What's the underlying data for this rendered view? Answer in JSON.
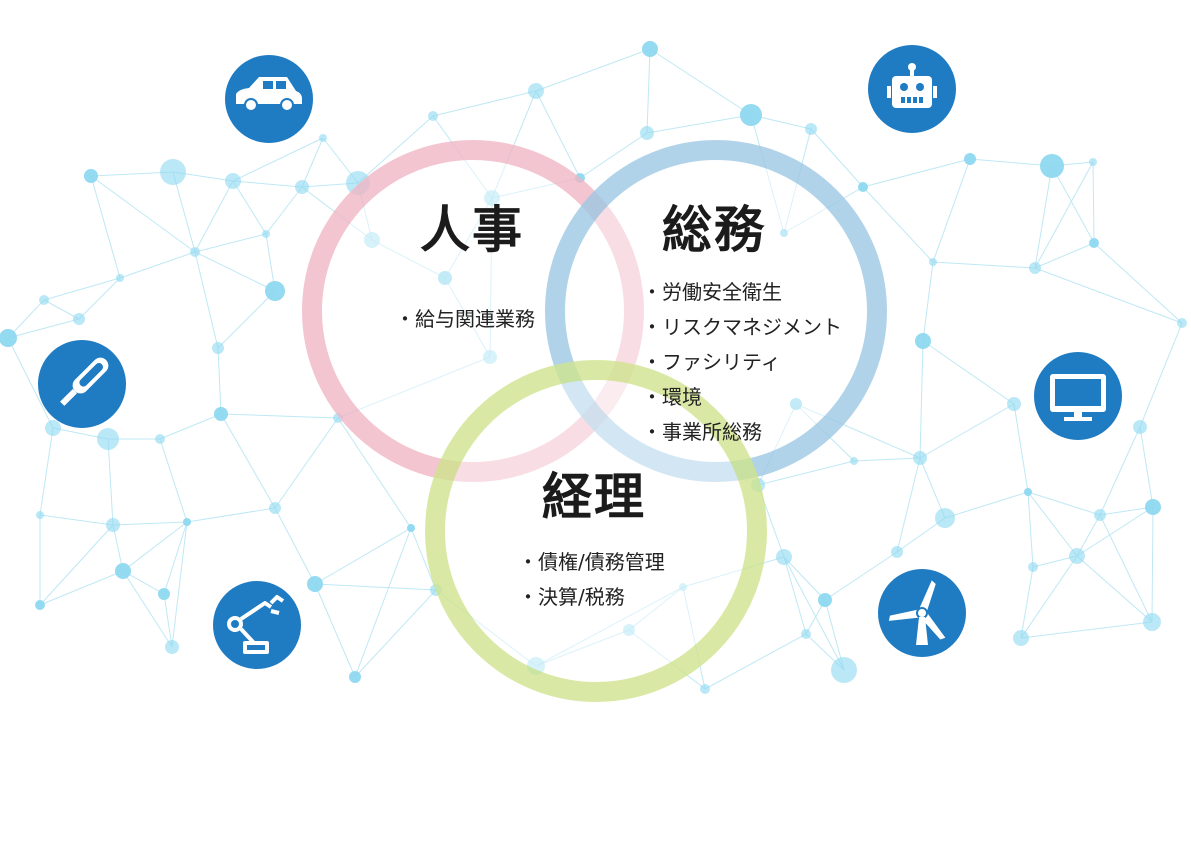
{
  "colors": {
    "network_line": "#bfe8f5",
    "network_node": "#8ed8f0",
    "icon_circle": "#1f7bc2",
    "hr_ring": "#f0b6c4",
    "ga_ring": "#9cc7e4",
    "acc_ring": "#cfe48c"
  },
  "icons": [
    "car-icon",
    "robot-icon",
    "thermometer-icon",
    "monitor-icon",
    "robot-arm-icon",
    "wind-turbine-icon"
  ],
  "circles": {
    "hr": {
      "title": "人事",
      "items": [
        "給与関連業務"
      ]
    },
    "ga": {
      "title": "総務",
      "items": [
        "労働安全衛生",
        "リスクマネジメント",
        "ファシリティ",
        "環境",
        "事業所総務"
      ]
    },
    "acc": {
      "title": "経理",
      "items": [
        "債権/債務管理",
        "決算/税務"
      ]
    }
  }
}
